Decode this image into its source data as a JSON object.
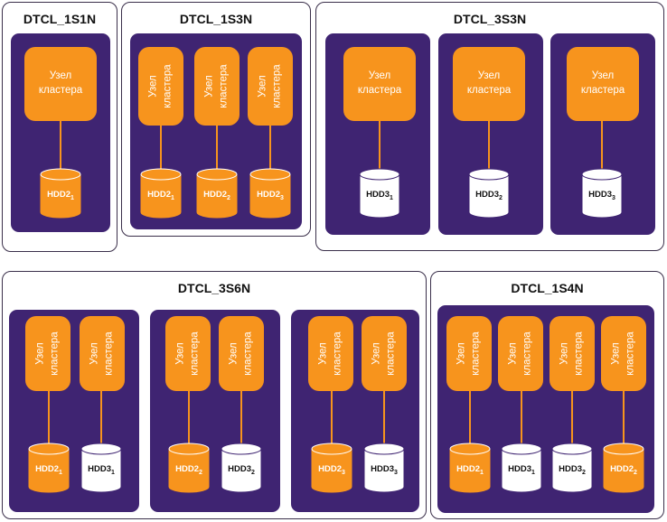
{
  "node_label": "Узел\nкластера",
  "colors": {
    "panel": "#3f2472",
    "node": "#f7941d",
    "hdd2": "#f7941d",
    "hdd3": "#ffffff"
  },
  "sections": [
    {
      "id": "1s1n",
      "title": "DTCL_1S1N",
      "disks": [
        {
          "base": "HDD2",
          "sub": "1"
        }
      ]
    },
    {
      "id": "1s3n",
      "title": "DTCL_1S3N",
      "disks": [
        {
          "base": "HDD2",
          "sub": "1"
        },
        {
          "base": "HDD2",
          "sub": "2"
        },
        {
          "base": "HDD2",
          "sub": "3"
        }
      ]
    },
    {
      "id": "3s3n",
      "title": "DTCL_3S3N",
      "disks": [
        {
          "base": "HDD3",
          "sub": "1"
        },
        {
          "base": "HDD3",
          "sub": "2"
        },
        {
          "base": "HDD3",
          "sub": "3"
        }
      ]
    },
    {
      "id": "3s6n",
      "title": "DTCL_3S6N",
      "disks": [
        {
          "base": "HDD2",
          "sub": "1"
        },
        {
          "base": "HDD3",
          "sub": "1"
        },
        {
          "base": "HDD2",
          "sub": "2"
        },
        {
          "base": "HDD3",
          "sub": "2"
        },
        {
          "base": "HDD2",
          "sub": "3"
        },
        {
          "base": "HDD3",
          "sub": "3"
        }
      ]
    },
    {
      "id": "1s4n",
      "title": "DTCL_1S4N",
      "disks": [
        {
          "base": "HDD2",
          "sub": "1"
        },
        {
          "base": "HDD3",
          "sub": "1"
        },
        {
          "base": "HDD3",
          "sub": "2"
        },
        {
          "base": "HDD2",
          "sub": "2"
        }
      ]
    }
  ]
}
